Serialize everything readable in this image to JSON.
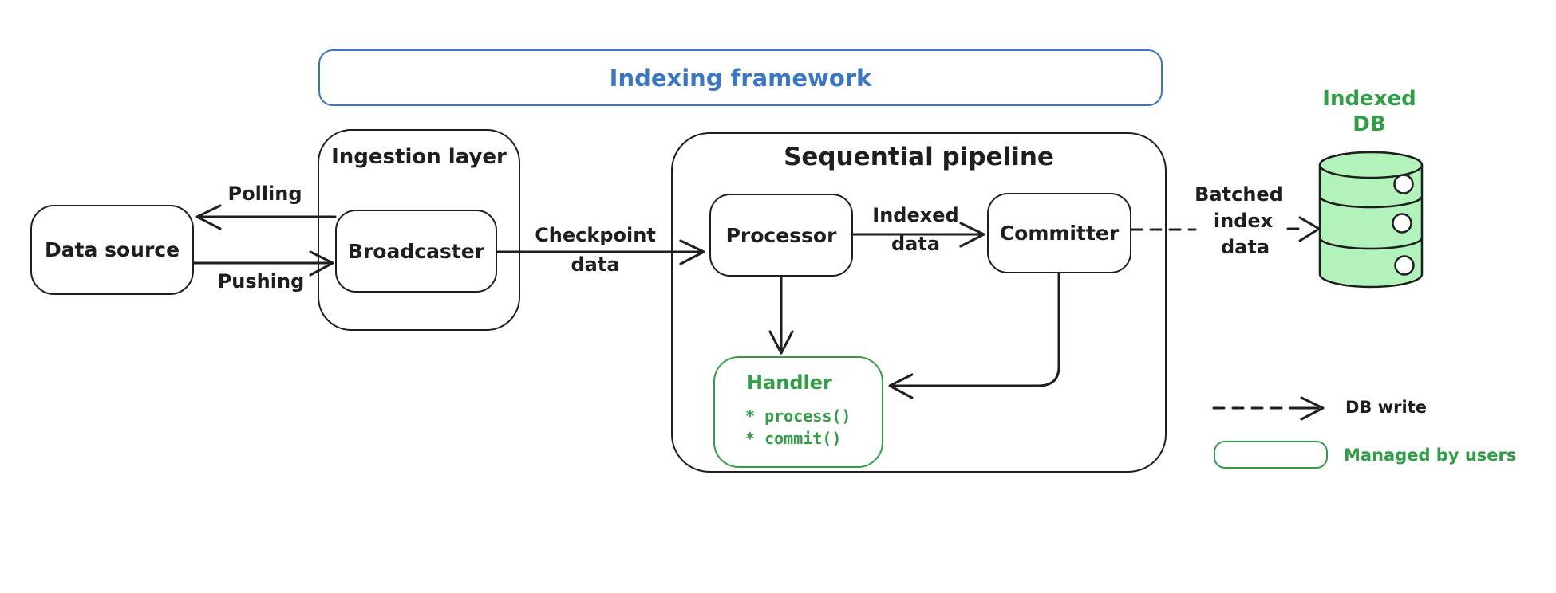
{
  "frame": {
    "label": "Indexing framework"
  },
  "nodes": {
    "data_source": {
      "label": "Data source"
    },
    "ingestion": {
      "label": "Ingestion layer"
    },
    "broadcaster": {
      "label": "Broadcaster"
    },
    "pipeline": {
      "label": "Sequential pipeline"
    },
    "processor": {
      "label": "Processor"
    },
    "committer": {
      "label": "Committer"
    },
    "handler": {
      "title": "Handler",
      "methods": [
        "* process()",
        "* commit()"
      ]
    },
    "indexed_db": {
      "lines": [
        "Indexed",
        "DB"
      ]
    }
  },
  "edges": {
    "polling": {
      "label": "Polling"
    },
    "pushing": {
      "label": "Pushing"
    },
    "checkpoint": {
      "lines": [
        "Checkpoint",
        "data"
      ]
    },
    "indexed": {
      "lines": [
        "Indexed",
        "data"
      ]
    },
    "batched": {
      "lines": [
        "Batched",
        "index",
        "data"
      ]
    }
  },
  "legend": {
    "db_write": "DB write",
    "managed_by_users": "Managed by users"
  },
  "colors": {
    "ink": "#1e1e1e",
    "blue": "#3b76c4",
    "green": "#2f9e44",
    "fill": "#b2f2bb"
  }
}
